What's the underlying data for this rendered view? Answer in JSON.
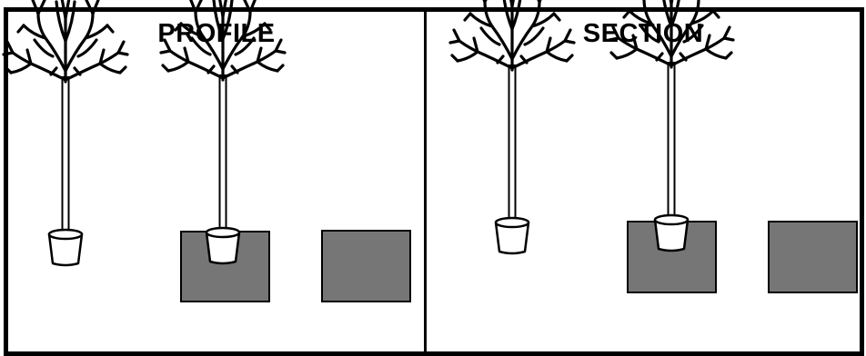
{
  "panels": {
    "profile": {
      "title": "PROFILE"
    },
    "section": {
      "title": "SECTION"
    }
  },
  "colors": {
    "frame": "#000000",
    "box_fill": "#767676",
    "background": "#ffffff"
  },
  "icons": [
    "potted-tree-icon",
    "planter-box"
  ]
}
